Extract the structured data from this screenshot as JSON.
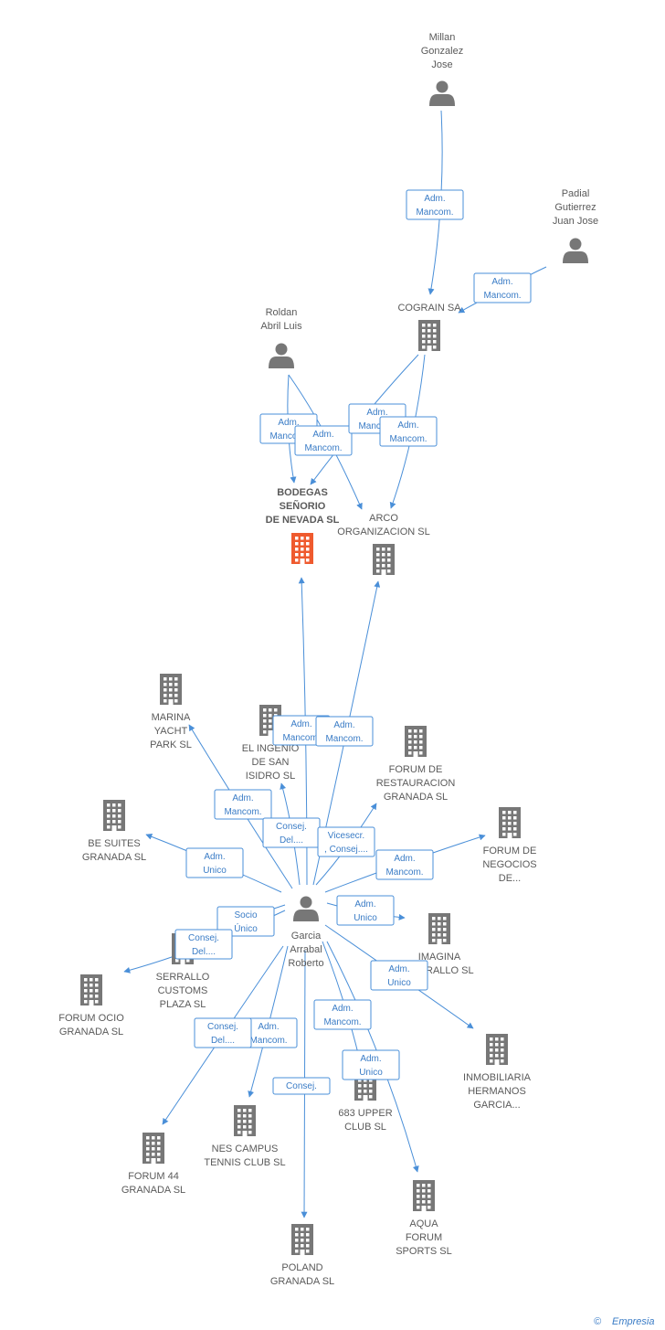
{
  "colors": {
    "edge": "#4a8fd8",
    "node": "#777777",
    "main": "#ef5a2e",
    "text": "#5a5a5a",
    "label": "#3a7cc6"
  },
  "nodes": [
    {
      "id": "millan",
      "kind": "person",
      "lines": [
        "Millan",
        "Gonzalez",
        "Jose"
      ]
    },
    {
      "id": "padial",
      "kind": "person",
      "lines": [
        "Padial",
        "Gutierrez",
        "Juan Jose"
      ]
    },
    {
      "id": "cograin",
      "kind": "company",
      "lines": [
        "COGRAIN SA"
      ]
    },
    {
      "id": "roldan",
      "kind": "person",
      "lines": [
        "Roldan",
        "Abril Luis"
      ]
    },
    {
      "id": "bodegas",
      "kind": "company-main",
      "lines": [
        "BODEGAS",
        "SEÑORIO",
        "DE NEVADA SL"
      ]
    },
    {
      "id": "arco",
      "kind": "company",
      "lines": [
        "ARCO",
        "ORGANIZACION SL"
      ]
    },
    {
      "id": "marina",
      "kind": "company",
      "lines": [
        "MARINA",
        "YACHT",
        "PARK SL"
      ]
    },
    {
      "id": "ingenio",
      "kind": "company",
      "lines": [
        "EL INGENIO",
        "DE SAN",
        "ISIDRO SL"
      ]
    },
    {
      "id": "forumrest",
      "kind": "company",
      "lines": [
        "FORUM DE",
        "RESTAURACION",
        "GRANADA SL"
      ]
    },
    {
      "id": "besuites",
      "kind": "company",
      "lines": [
        "BE SUITES",
        "GRANADA SL"
      ]
    },
    {
      "id": "forumneg",
      "kind": "company",
      "lines": [
        "FORUM DE",
        "NEGOCIOS",
        "DE..."
      ]
    },
    {
      "id": "garcia",
      "kind": "person",
      "lines": [
        "Garcia",
        "Arrabal",
        "Roberto"
      ]
    },
    {
      "id": "serrallo",
      "kind": "company",
      "lines": [
        "SERRALLO",
        "CUSTOMS",
        "PLAZA SL"
      ]
    },
    {
      "id": "imagina",
      "kind": "company",
      "lines": [
        "IMAGINA",
        "SERRALLO SL"
      ]
    },
    {
      "id": "forumocio",
      "kind": "company",
      "lines": [
        "FORUM OCIO",
        "GRANADA SL"
      ]
    },
    {
      "id": "inmob",
      "kind": "company",
      "lines": [
        "INMOBILIARIA",
        "HERMANOS",
        "GARCIA..."
      ]
    },
    {
      "id": "upper",
      "kind": "company",
      "lines": [
        "683 UPPER",
        "CLUB SL"
      ]
    },
    {
      "id": "nes",
      "kind": "company",
      "lines": [
        "NES CAMPUS",
        "TENNIS CLUB SL"
      ]
    },
    {
      "id": "forum44",
      "kind": "company",
      "lines": [
        "FORUM 44",
        "GRANADA SL"
      ]
    },
    {
      "id": "aqua",
      "kind": "company",
      "lines": [
        "AQUA",
        "FORUM",
        "SPORTS SL"
      ]
    },
    {
      "id": "poland",
      "kind": "company",
      "lines": [
        "POLAND",
        "GRANADA SL"
      ]
    }
  ],
  "edges": [
    {
      "from": "millan",
      "to": "cograin",
      "label": [
        "Adm.",
        "Mancom."
      ]
    },
    {
      "from": "padial",
      "to": "cograin",
      "label": [
        "Adm.",
        "Mancom."
      ]
    },
    {
      "from": "roldan",
      "to": "bodegas",
      "label": [
        "Adm.",
        "Mancom."
      ]
    },
    {
      "from": "roldan",
      "to": "arco",
      "label": [
        "Adm.",
        "Mancom."
      ]
    },
    {
      "from": "cograin",
      "to": "bodegas",
      "label": [
        "Adm.",
        "Mancom."
      ]
    },
    {
      "from": "cograin",
      "to": "arco",
      "label": [
        "Adm.",
        "Mancom."
      ]
    },
    {
      "from": "garcia",
      "to": "bodegas",
      "label": [
        "Adm.",
        "Mancom."
      ]
    },
    {
      "from": "garcia",
      "to": "arco",
      "label": [
        "Adm.",
        "Mancom."
      ]
    },
    {
      "from": "garcia",
      "to": "marina",
      "label": [
        "Adm.",
        "Mancom."
      ]
    },
    {
      "from": "garcia",
      "to": "ingenio",
      "label": [
        "Consej.",
        "Del...."
      ]
    },
    {
      "from": "garcia",
      "to": "forumrest",
      "label": [
        "Vicesecr.",
        ", Consej...."
      ]
    },
    {
      "from": "garcia",
      "to": "besuites",
      "label": [
        "Adm.",
        "Unico"
      ]
    },
    {
      "from": "garcia",
      "to": "forumneg",
      "label": [
        "Adm.",
        "Mancom."
      ]
    },
    {
      "from": "garcia",
      "to": "serrallo",
      "label": [
        "Socio",
        "Único"
      ]
    },
    {
      "from": "garcia",
      "to": "forumocio",
      "label": [
        "Consej.",
        "Del...."
      ]
    },
    {
      "from": "garcia",
      "to": "imagina",
      "label": [
        "Adm.",
        "Unico"
      ]
    },
    {
      "from": "garcia",
      "to": "inmob",
      "label": [
        "Adm.",
        "Unico"
      ]
    },
    {
      "from": "garcia",
      "to": "upper",
      "label": [
        "Adm.",
        "Unico"
      ]
    },
    {
      "from": "garcia",
      "to": "aqua",
      "label": [
        "Adm.",
        "Mancom."
      ]
    },
    {
      "from": "garcia",
      "to": "nes",
      "label": [
        "Adm.",
        "Mancom."
      ]
    },
    {
      "from": "garcia",
      "to": "forum44",
      "label": [
        "Consej.",
        "Del...."
      ]
    },
    {
      "from": "garcia",
      "to": "poland",
      "label": [
        "Consej."
      ]
    }
  ],
  "footer": {
    "copyright": "©",
    "brand": "Empresia"
  }
}
